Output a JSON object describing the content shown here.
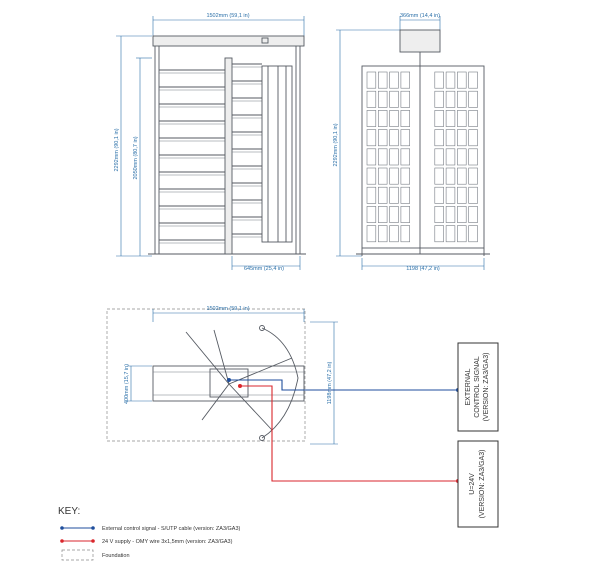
{
  "front_view": {
    "width": "1502mm (59,1 in)",
    "height_total": "2292mm (90,1 in)",
    "height_passage": "2050mm (80,7 in)",
    "passage": "645mm (25,4 in)"
  },
  "side_view": {
    "top_width": "366mm (14,4 in)",
    "height_total": "2292mm (90,1 in)",
    "depth": "1198 (47,2 in)"
  },
  "plan_view": {
    "width": "1502mm (59,1 in)",
    "center": "400mm (15,7 in)",
    "depth": "1198mm (47,2 in)"
  },
  "boxes": {
    "external_line1": "EXTERNAL",
    "external_line2": "CONTROL SIGNAL",
    "external_line3": "(VERSION: ZA3/GA3)",
    "supply_line1": "U=24V",
    "supply_line2": "(VERSION: ZA3/GA3)"
  },
  "key": {
    "title": "KEY:",
    "items": [
      {
        "label": "External control signal - S/UTP cable (version: ZA3/GA3)",
        "color": "#1f4e9c"
      },
      {
        "label": "24 V supply - OMY wire 3x1,5mm (version: ZA3/GA3)",
        "color": "#d9262c"
      },
      {
        "label": "Foundation",
        "color": "#8a8a8a"
      }
    ]
  }
}
